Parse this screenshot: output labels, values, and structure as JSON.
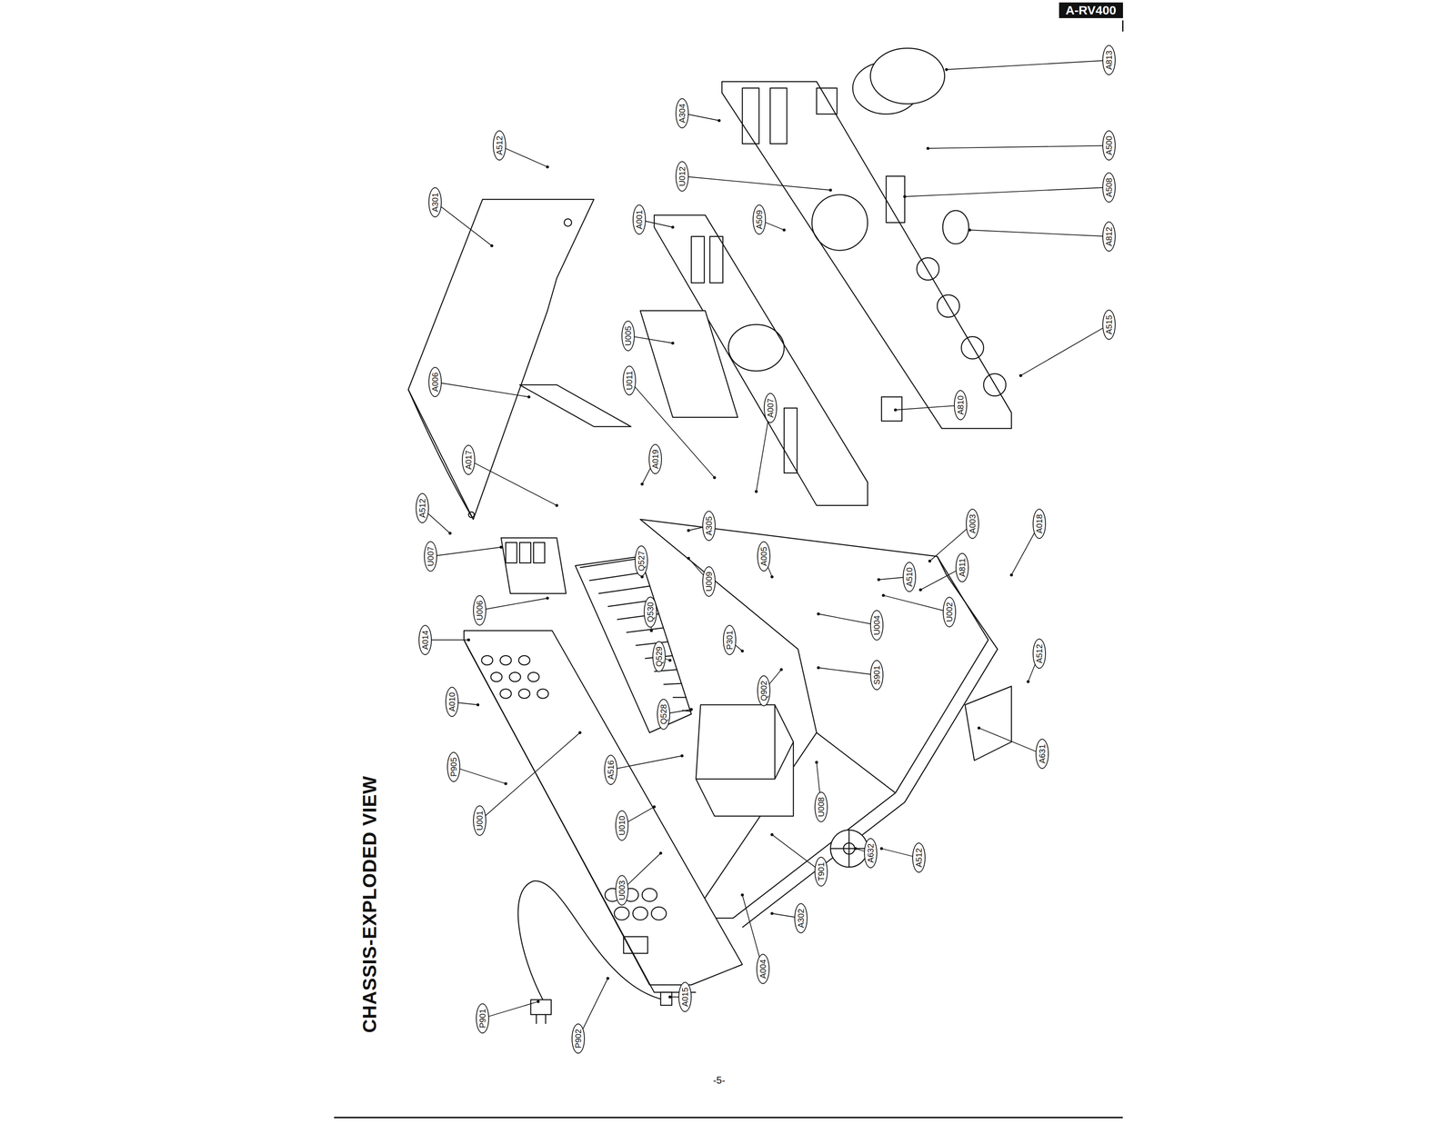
{
  "diagram": {
    "title": "CHASSIS-EXPLODED VIEW",
    "nodes": [
      {
        "text": [
          "A-RV400"
        ]
      }
    ],
    "labels": [
      "A512",
      "A301",
      "A304",
      "U012",
      "A813",
      "A500",
      "A508",
      "A812",
      "A515",
      "A509",
      "A001",
      "U005",
      "A006",
      "U011",
      "A019",
      "A007",
      "A017",
      "A512",
      "U007",
      "U006",
      "A014",
      "A010",
      "P905",
      "U001",
      "A305",
      "U009",
      "Q527",
      "Q530",
      "Q529",
      "Q528",
      "A005",
      "P301",
      "Q902",
      "A516",
      "U010",
      "U003",
      "P901",
      "P902",
      "A015",
      "A004",
      "A302",
      "T901",
      "U008",
      "A632",
      "A512",
      "A631",
      "S901",
      "A512",
      "U004",
      "U002",
      "A510",
      "A811",
      "A810",
      "A003",
      "A018",
      "-5-"
    ]
  }
}
